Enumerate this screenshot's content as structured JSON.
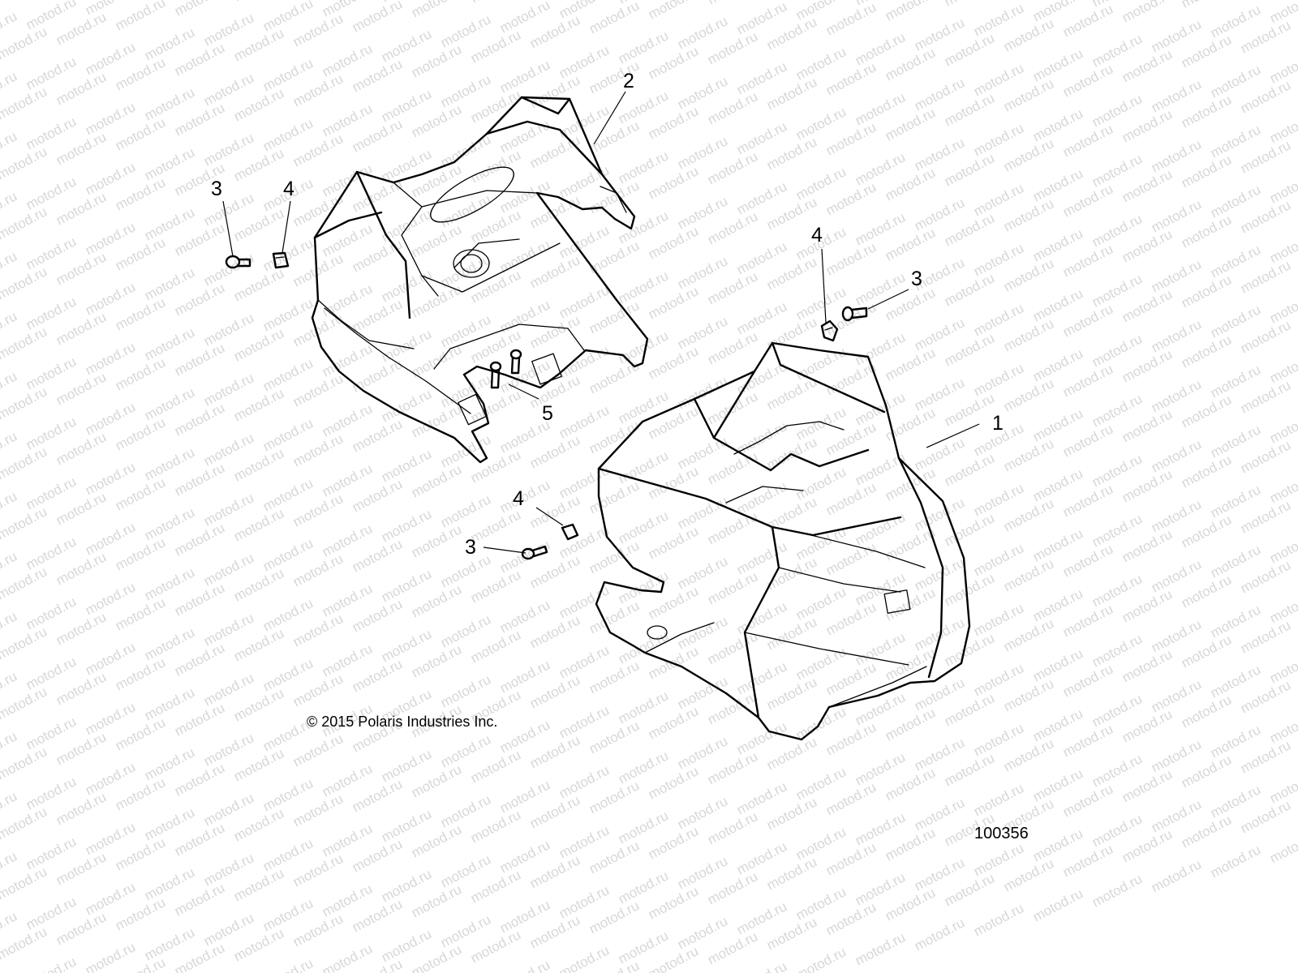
{
  "watermark": "motod.ru",
  "callouts": {
    "part_1": "1",
    "part_2": "2",
    "part_3_left": "3",
    "part_3_right": "3",
    "part_3_lower": "3",
    "part_4_left": "4",
    "part_4_right": "4",
    "part_4_lower": "4",
    "part_5": "5"
  },
  "copyright": "© 2015 Polaris Industries Inc.",
  "figure_number": "100356"
}
